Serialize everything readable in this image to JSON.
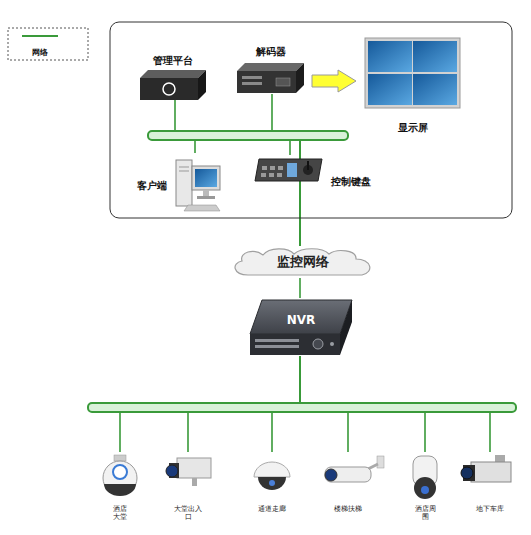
{
  "diagram": {
    "nodes": [
      {
        "text": [
          "管理平台"
        ]
      },
      {
        "text": [
          "解码器"
        ]
      },
      {
        "text": [
          "显示屏"
        ]
      },
      {
        "text": [
          "客户端"
        ]
      },
      {
        "text": [
          "控制键盘"
        ]
      },
      {
        "text": [
          "监控网络"
        ]
      },
      {
        "text": [
          "NVR"
        ]
      },
      {
        "text": [
          "酒店大堂"
        ]
      },
      {
        "text": [
          "大堂出入口"
        ]
      },
      {
        "text": [
          "通道走廊"
        ]
      },
      {
        "text": [
          "楼梯扶梯"
        ]
      },
      {
        "text": [
          "酒店周围"
        ]
      },
      {
        "text": [
          "地下车库"
        ]
      }
    ],
    "edges": [
      {
        "from": 1,
        "to": 2,
        "arrow": "to"
      },
      {
        "from": 0,
        "to": 5,
        "arrow": "none"
      },
      {
        "from": 1,
        "to": 5,
        "arrow": "none"
      },
      {
        "from": 3,
        "to": 5,
        "arrow": "none"
      },
      {
        "from": 4,
        "to": 5,
        "arrow": "none"
      },
      {
        "from": 5,
        "to": 6,
        "arrow": "none"
      },
      {
        "from": 6,
        "to": 7,
        "arrow": "none"
      },
      {
        "from": 6,
        "to": 8,
        "arrow": "none"
      },
      {
        "from": 6,
        "to": 9,
        "arrow": "none"
      },
      {
        "from": 6,
        "to": 10,
        "arrow": "none"
      },
      {
        "from": 6,
        "to": 11,
        "arrow": "none"
      },
      {
        "from": 6,
        "to": 12,
        "arrow": "none"
      }
    ],
    "legend": [
      {
        "text": "网络"
      }
    ]
  }
}
